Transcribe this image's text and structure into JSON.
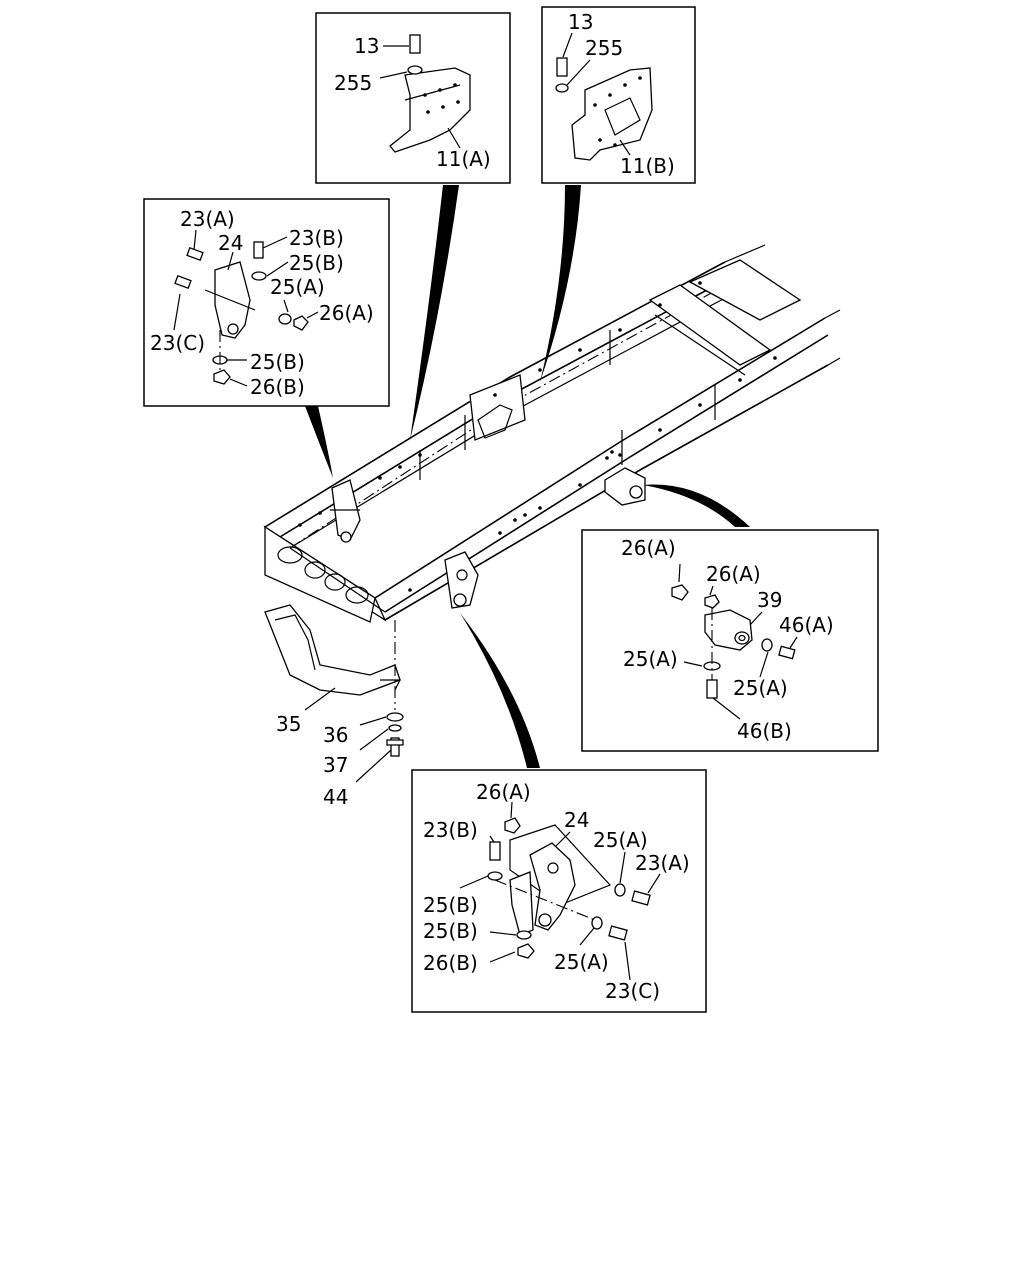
{
  "inset_11a": {
    "l13": "13",
    "l255": "255",
    "l11": "11(A)"
  },
  "inset_11b": {
    "l13": "13",
    "l255": "255",
    "l11": "11(B)"
  },
  "inset_front": {
    "l23a": "23(A)",
    "l24": "24",
    "l23b": "23(B)",
    "l25b1": "25(B)",
    "l25a": "25(A)",
    "l26a": "26(A)",
    "l23c": "23(C)",
    "l25b2": "25(B)",
    "l26b": "26(B)"
  },
  "inset_right": {
    "l26a1": "26(A)",
    "l26a2": "26(A)",
    "l39": "39",
    "l46a": "46(A)",
    "l25a1": "25(A)",
    "l25a2": "25(A)",
    "l46b": "46(B)"
  },
  "inset_bottom": {
    "l26a": "26(A)",
    "l24": "24",
    "l23b": "23(B)",
    "l25a1": "25(A)",
    "l23a": "23(A)",
    "l25b1": "25(B)",
    "l25b2": "25(B)",
    "l26b": "26(B)",
    "l25a2": "25(A)",
    "l23c": "23(C)"
  },
  "crossmember": {
    "l35": "35",
    "l36": "36",
    "l37": "37",
    "l44": "44"
  }
}
